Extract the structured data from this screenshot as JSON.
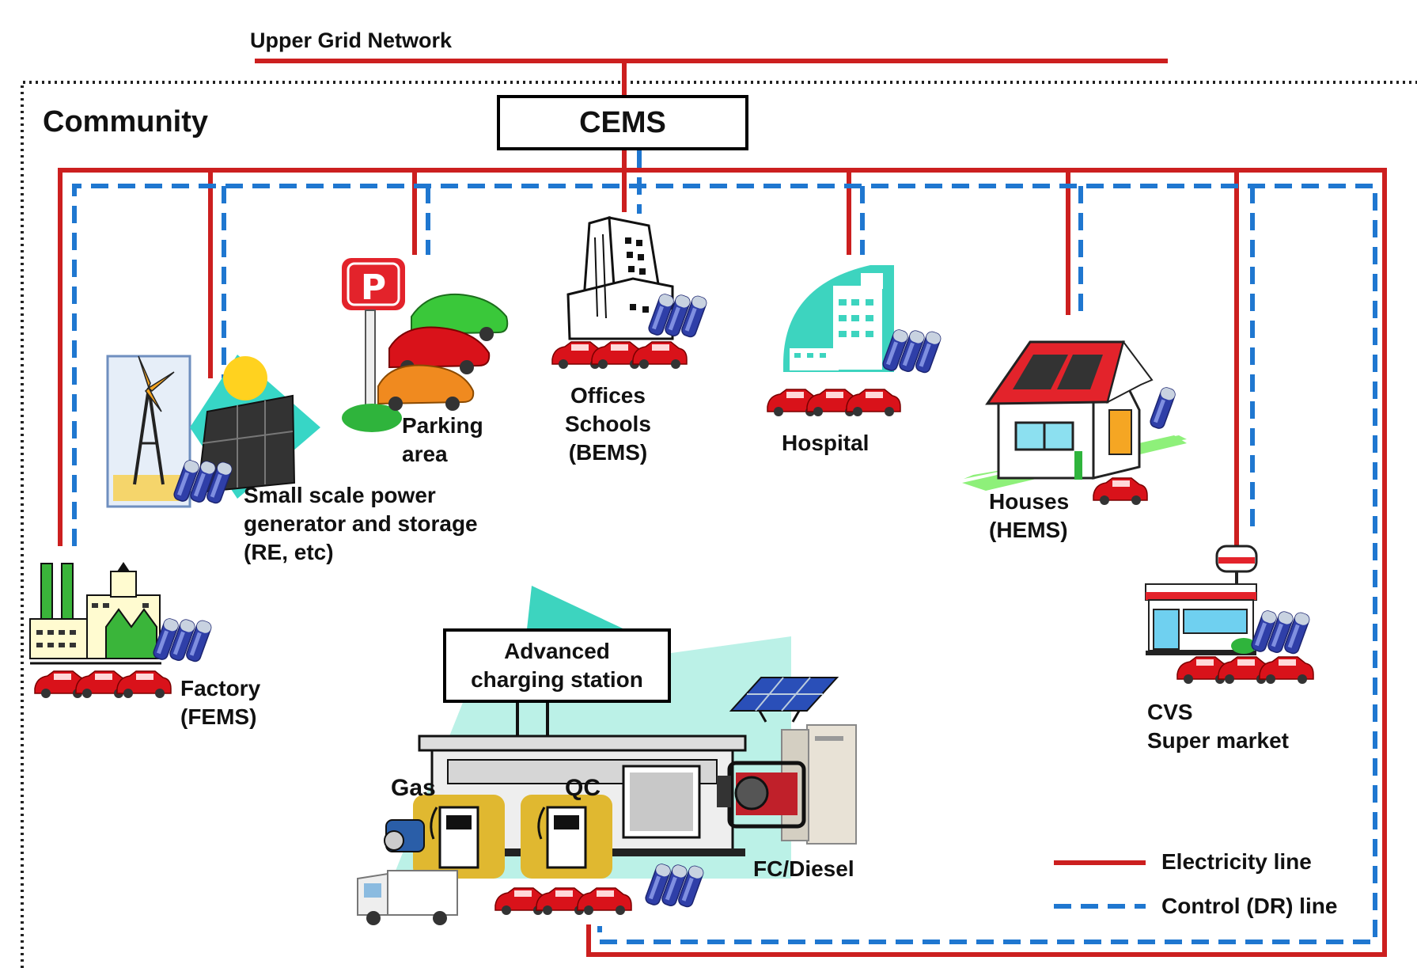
{
  "title": "Upper Grid Network",
  "community_label": "Community",
  "cems_label": "CEMS",
  "nodes": {
    "small_scale": "Small scale power\ngenerator and storage\n(RE, etc)",
    "parking": "Parking\narea",
    "offices": "Offices\nSchools\n(BEMS)",
    "hospital": "Hospital",
    "houses": "Houses\n(HEMS)",
    "factory": "Factory\n(FEMS)",
    "cvs": "CVS\nSuper market",
    "charging_station": "Advanced\ncharging station",
    "gas": "Gas",
    "qc": "QC",
    "fc_diesel": "FC/Diesel"
  },
  "legend": {
    "electricity": "Electricity line",
    "control": "Control (DR) line"
  },
  "colors": {
    "electricity_line": "#cc1f1f",
    "control_line": "#1f77d0",
    "community_border": "#222222"
  }
}
